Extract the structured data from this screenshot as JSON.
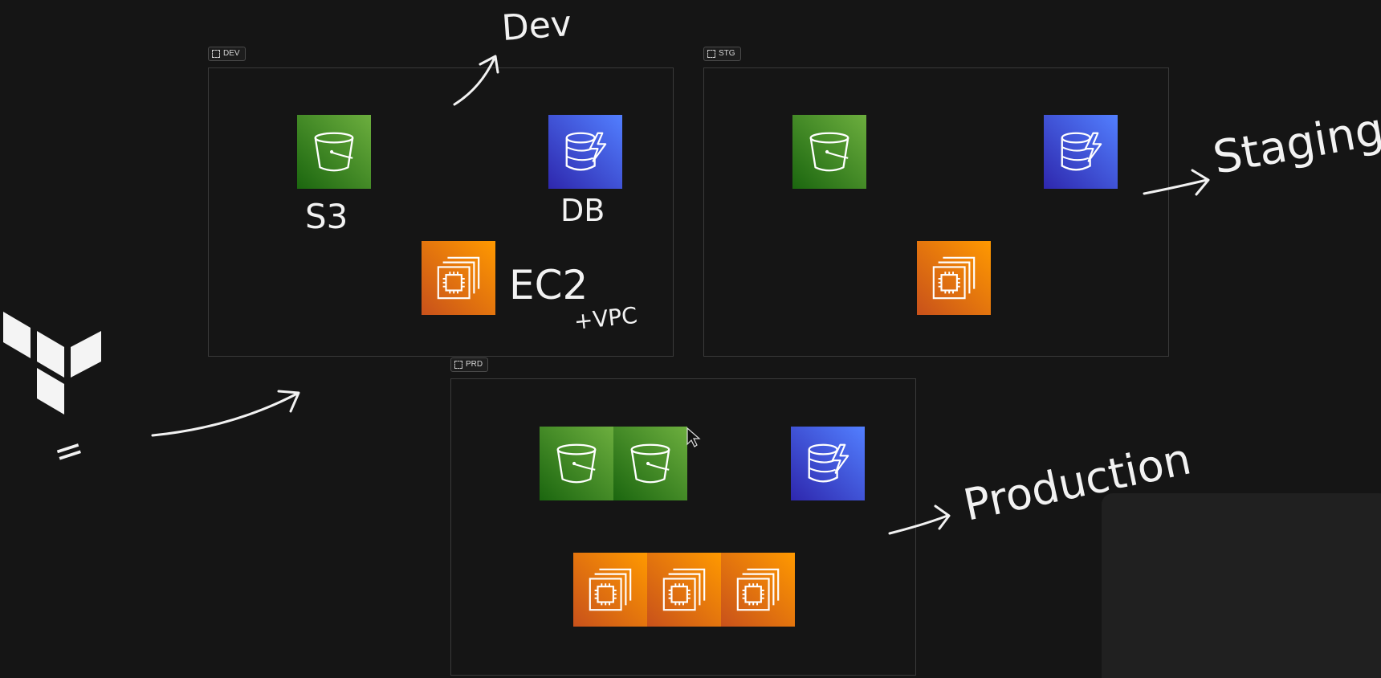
{
  "frames": {
    "dev": {
      "label": "DEV"
    },
    "stg": {
      "label": "STG"
    },
    "prd": {
      "label": "PRD"
    }
  },
  "services": {
    "s3": "s3-bucket-icon",
    "db": "dynamodb-icon",
    "ec2": "ec2-instance-icon"
  },
  "annotations": {
    "dev_title": "Dev",
    "s3": "S3",
    "db": "DB",
    "ec2": "EC2",
    "vpc": "+VPC",
    "staging": "Staging",
    "production": "Production",
    "equals": "="
  },
  "colors": {
    "background": "#151515",
    "s3": "#3f8624",
    "dynamodb": "#3b48cc",
    "ec2": "#ed7100",
    "ink": "#f2f2f2"
  },
  "logo": "terraform-logo"
}
